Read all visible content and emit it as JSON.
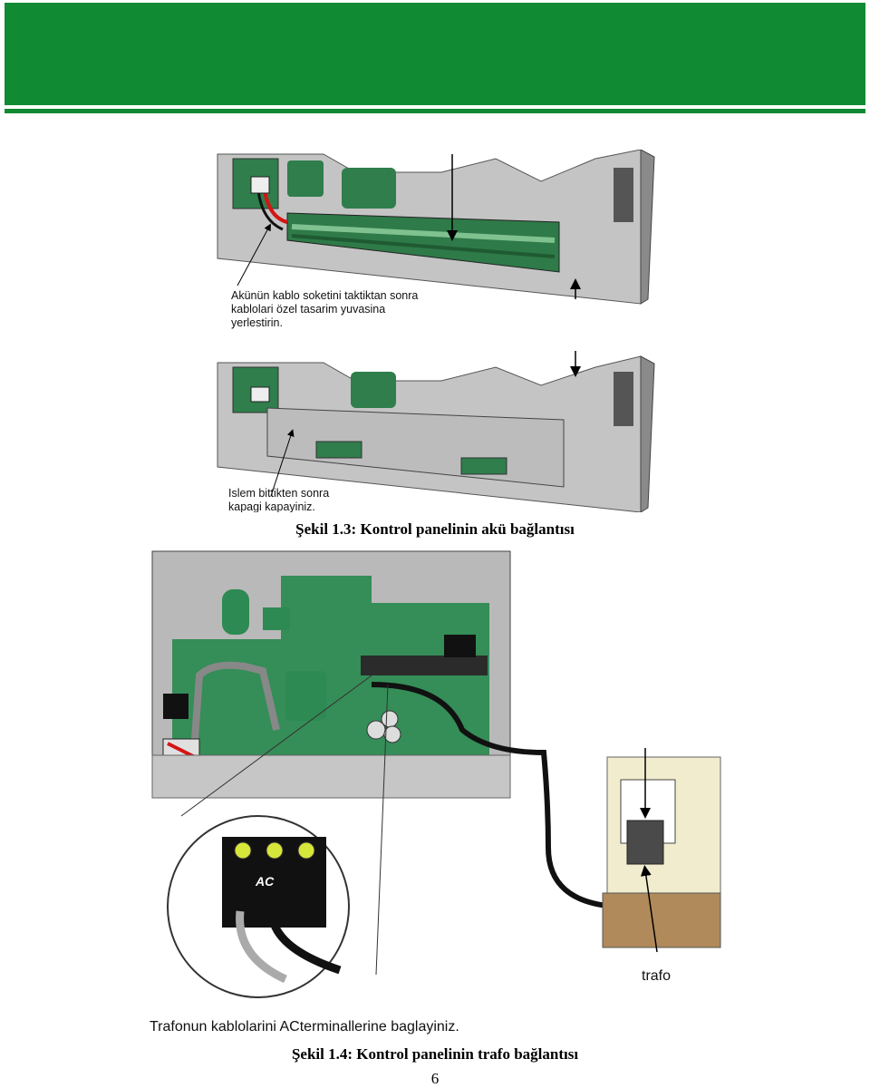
{
  "header": {
    "band_color": "#108a33"
  },
  "figure_1_3": {
    "callout_top": [
      "Akünün kablo soketini taktiktan sonra",
      "kablolari özel tasarim yuvasina",
      "yerlestirin."
    ],
    "callout_bottom": [
      "Islem bittikten sonra",
      "kapagi kapayiniz."
    ],
    "caption": "Şekil 1.3: Kontrol panelinin akü bağlantısı"
  },
  "figure_1_4": {
    "terminal_label": "AC",
    "transformer_label": "trafo",
    "instruction": "Trafonun kablolarini ACterminallerine baglayiniz.",
    "caption": "Şekil 1.4: Kontrol panelinin trafo bağlantısı"
  },
  "page_number": "6",
  "colors": {
    "panel_gray": "#b9b9b9",
    "board_green": "#2d8a52",
    "accent_green": "#108a33"
  }
}
